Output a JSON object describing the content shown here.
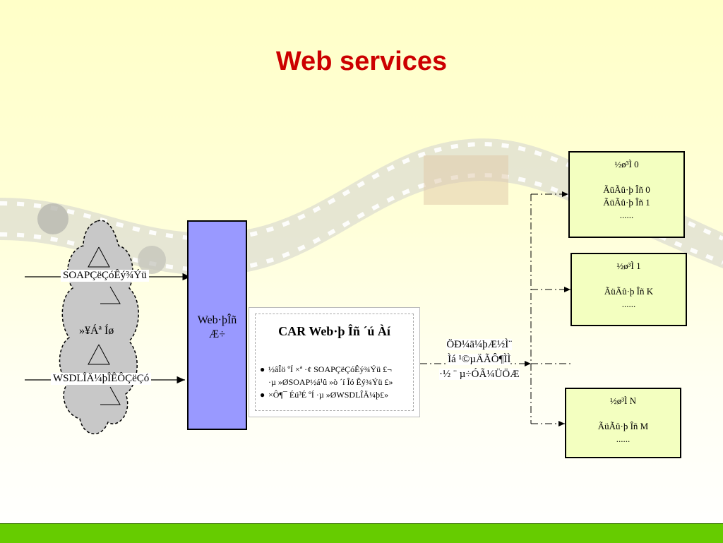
{
  "title": "Web services",
  "cloud": {
    "soap_label": "SOAPÇëÇóÊý¾Ýü",
    "middle_label": "»¥Áª Íø",
    "wsdl_label": "WSDLÎÄ¼þÎÊÔÇëÇó"
  },
  "web_server": {
    "line1": "Web·þÎñ",
    "line2": "Æ÷"
  },
  "car": {
    "title": "CAR Web·þ Îñ ´ú Àí",
    "bullet1_line1": "½âÎö ºÍ ×ª ·¢ SOAPÇëÇóÊý¾Ýü £¬",
    "bullet1_line2": "·µ »ØSOAP½á¹û »ò ´í Îó Êý¾Ýü £»",
    "bullet2": "×Ô¶¯ Éú³É ºÍ ·µ »ØWSDLÎÄ¼þ£»"
  },
  "middle": {
    "line1": "ÖÐ¼ä¼þÆ½Ì¨",
    "line2": "Ìá ¹©µÄÃÔ¶ÌÌ",
    "line3": "·½ ¨ µ÷ÓÃ¼ÜÖÆ"
  },
  "outputs": [
    {
      "title": "½ø³Ì  0",
      "items": [
        "ÃüÃû·þ Îñ  0",
        "ÃüÃû·þ Îñ  1"
      ],
      "more": "......"
    },
    {
      "title": "½ø³Ì  1",
      "items": [
        "ÃüÃû·þ Îñ  K"
      ],
      "more": "......"
    },
    {
      "title": "½ø³Ì  N",
      "items": [
        "ÃüÃû·þ Îñ  M"
      ],
      "more": "......"
    }
  ],
  "colors": {
    "title": "#cc0000",
    "web_server_fill": "#9999ff",
    "output_fill": "#f3ffc0",
    "bottom_bar": "#66cc00",
    "cloud_fill": "#c8c8c8"
  }
}
